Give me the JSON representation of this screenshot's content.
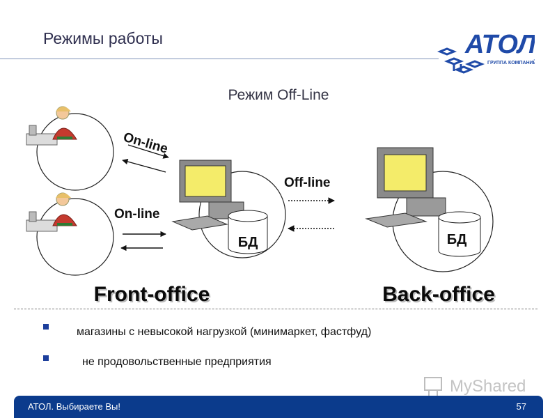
{
  "header": {
    "title": "Режимы работы"
  },
  "logo": {
    "name": "АТОЛ",
    "subtitle": "ГРУППА КОМПАНИЙ"
  },
  "diagram": {
    "mode_label": "Режим Off-Line",
    "link_top_left": "On-line",
    "link_bottom_left": "On-line",
    "link_middle": "Off-line",
    "db_front": "БД",
    "db_back": "БД",
    "front_office": "Front-office",
    "back_office": "Back-office"
  },
  "bullets": [
    "магазины с невысокой нагрузкой (минимаркет, фастфуд)",
    "не продовольственные предприятия"
  ],
  "watermark": {
    "text": "MyShared"
  },
  "footer": {
    "text": "АТОЛ. Выбираете Вы!",
    "page": "57"
  },
  "colors": {
    "footer_bg": "#0b3b8c",
    "bullet": "#1d3f9c",
    "screen": "#f4ec6a",
    "logo_blue": "#1f4aa8"
  }
}
